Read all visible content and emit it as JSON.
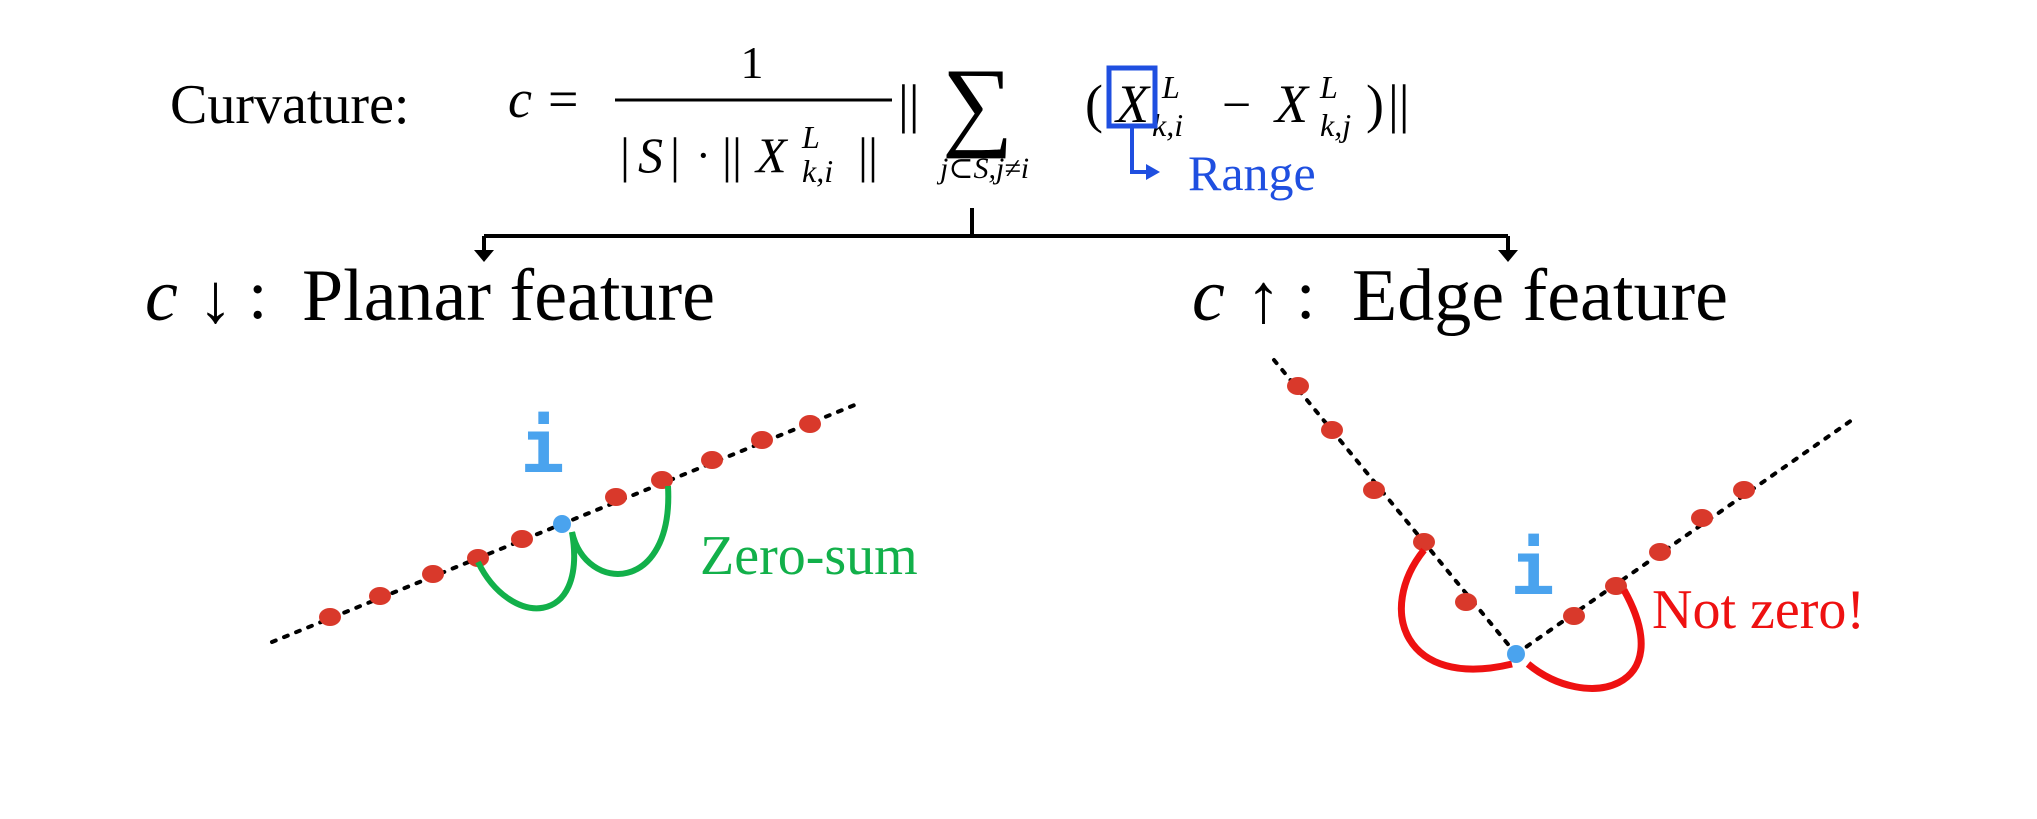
{
  "formula": {
    "label": "Curvature:",
    "lhs": "c",
    "eq": "=",
    "numerator": "1",
    "den_abs_open": "|",
    "den_S": "S",
    "den_abs_close": "|",
    "den_dot": "·",
    "den_norm_open": "||",
    "den_X": "X",
    "den_X_sup": "L",
    "den_X_sub": "k,i",
    "den_norm_close": "||",
    "norm_open": "||",
    "sigma": "∑",
    "sum_sub": "j⊂S,j≠i",
    "paren_open": "(",
    "term1_X": "X",
    "term1_sup": "L",
    "term1_sub": "k,i",
    "minus": "−",
    "term2_X": "X",
    "term2_sup": "L",
    "term2_sub": "k,j",
    "paren_close": ")",
    "norm_close": "||",
    "range_label": "Range"
  },
  "branches": {
    "left": {
      "symbol": "c",
      "arrow": "↓",
      "colon": ":",
      "text": "Planar feature"
    },
    "right": {
      "symbol": "c",
      "arrow": "↑",
      "colon": ":",
      "text": "Edge feature"
    }
  },
  "left_diagram": {
    "point_label": "i",
    "annotation": "Zero-sum"
  },
  "right_diagram": {
    "point_label": "i",
    "annotation": "Not zero!"
  },
  "colors": {
    "black": "#000000",
    "blue_box": "#1f4fe0",
    "range_text": "#1f4fe0",
    "point_red": "#d9392b",
    "point_blue": "#4aa3ee",
    "label_blue": "#4aa3ee",
    "green": "#12b04a",
    "red": "#ee1111"
  }
}
